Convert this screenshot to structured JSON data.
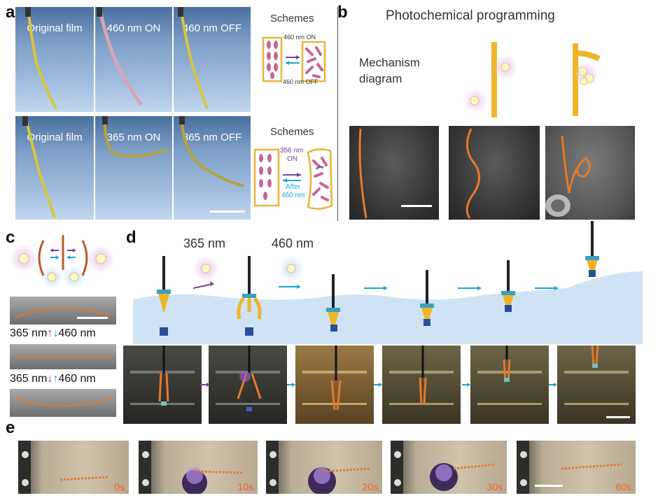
{
  "panel_letters": {
    "a": "a",
    "b": "b",
    "c": "c",
    "d": "d",
    "e": "e"
  },
  "panel_a": {
    "row1_labels": [
      "Original film",
      "460 nm ON",
      "460 nm OFF"
    ],
    "row2_labels": [
      "Original film",
      "365 nm ON",
      "365 nm OFF"
    ],
    "schemes_title_1": "Schemes",
    "schemes_title_2": "Schemes",
    "scheme1_on": "460 nm ON",
    "scheme1_off": "460 nm OFF",
    "scheme2_on_nm": "356 nm",
    "scheme2_on": "ON",
    "scheme2_after": "After",
    "scheme2_after_nm": "460 nm"
  },
  "panel_b": {
    "title": "Photochemical programming",
    "mechanism_line1": "Mechanism",
    "mechanism_line2": "diagram"
  },
  "panel_c": {
    "row1_left": "365 nm",
    "row1_right": "460 nm",
    "row2_left": "365 nm",
    "row2_right": "460 nm"
  },
  "panel_d": {
    "label_365": "365 nm",
    "label_460": "460 nm"
  },
  "panel_e": {
    "times": [
      "0s",
      "10s",
      "20s",
      "30s",
      "60s"
    ]
  },
  "colors": {
    "purple": "#7b3fa0",
    "cyan": "#1fa3d8",
    "gold": "#f0b428",
    "orange": "#e6792b"
  }
}
